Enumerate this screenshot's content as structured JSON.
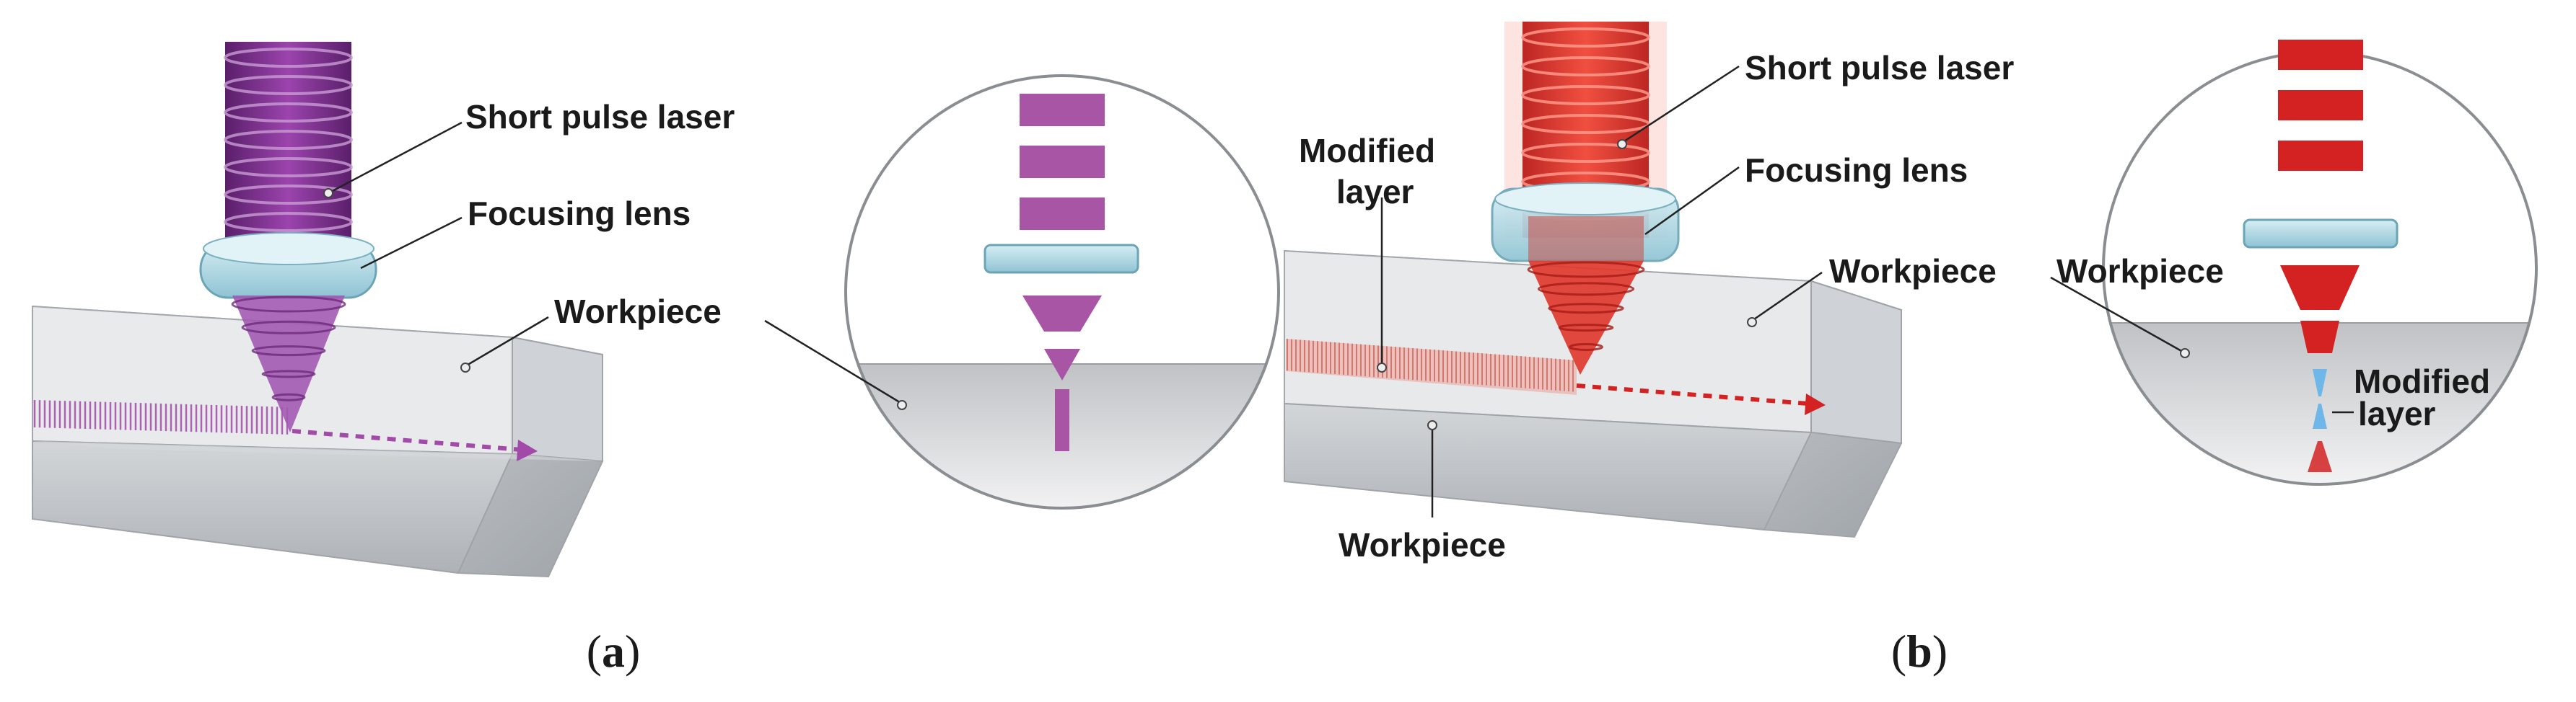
{
  "panel_a": {
    "caption_letter": "a",
    "labels": {
      "laser": "Short pulse laser",
      "lens": "Focusing lens",
      "workpiece": "Workpiece"
    }
  },
  "panel_b": {
    "caption_letter": "b",
    "labels": {
      "laser": "Short pulse laser",
      "lens": "Focusing lens",
      "workpiece_right": "Workpiece",
      "workpiece_bottom": "Workpiece",
      "modified_layer_line1": "Modified",
      "modified_layer_line2": "layer",
      "inset_modified_line1": "Modified",
      "inset_modified_line2": "layer"
    }
  },
  "colors": {
    "purple_beam": "#7a2b8a",
    "purple_inset": "#a855a6",
    "red_beam": "#d42222",
    "lens": "#b9dce6",
    "workpiece": "#c9ccd0",
    "modified_layer": "#e0786c",
    "inset_modified": "#6fb7e8"
  }
}
